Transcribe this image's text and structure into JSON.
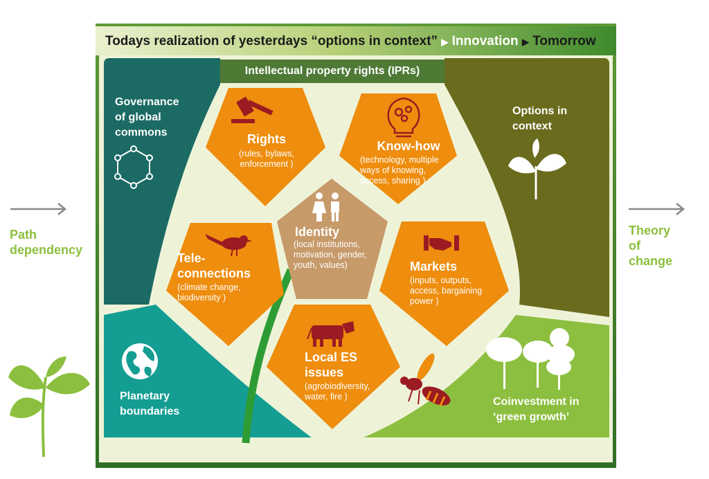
{
  "header": {
    "prefix": "Todays realization of yesterdays “options in context”",
    "innovation": "Innovation",
    "tomorrow": "Tomorrow"
  },
  "ipr_banner": "Intellectual property rights (IPRs)",
  "side_labels": {
    "left": "Path dependency",
    "right": "Theory of change"
  },
  "corners": {
    "governance": "Governance of global commons",
    "options": "Options in context",
    "planetary": "Planetary boundaries",
    "coinvestment": "Coinvestment in ‘green growth’"
  },
  "pentagons": {
    "rights": {
      "title": "Rights",
      "subtitle": "(rules, bylaws, enforcement )",
      "icon": "gavel-icon"
    },
    "knowhow": {
      "title": "Know-how",
      "subtitle": "(technology, multiple ways of knowing, access, sharing )",
      "icon": "lightbulb-gears-icon"
    },
    "identity": {
      "title": "Identity",
      "subtitle": "(local institutions, motivation, gender, youth, values)",
      "icon": "people-icon"
    },
    "teleconnections": {
      "title": "Tele- connections",
      "subtitle": "(climate change, biodiversity )",
      "icon": "bird-icon"
    },
    "markets": {
      "title": "Markets",
      "subtitle": "(inputs, outputs, access, bargaining power )",
      "icon": "handshake-icon"
    },
    "local_es": {
      "title": "Local ES issues",
      "subtitle": "(agrobiodiversity, water, fire )",
      "icon": "cow-icon"
    }
  },
  "colors": {
    "frame_green": "#5f9a35",
    "panel_bg": "#eef3d8",
    "dark_teal": "#1b6b64",
    "olive": "#6b6b1e",
    "teal": "#149d93",
    "light_green": "#8cbf3f",
    "orange": "#ee8d0e",
    "tan": "#c79a6a",
    "icon_red": "#9b1b22"
  }
}
